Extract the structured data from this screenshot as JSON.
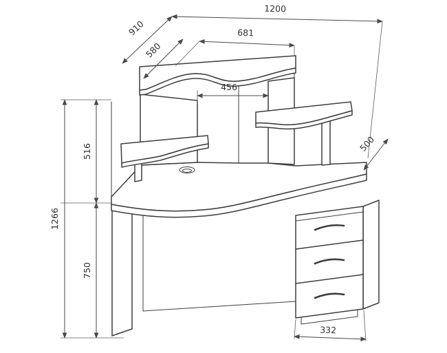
{
  "drawing": {
    "kind": "furniture dimensional line drawing",
    "subject": "corner computer desk with hutch shelves and three-drawer pedestal"
  },
  "dims": {
    "overall_width": "1200",
    "wall_depth": "910",
    "hutch_top_depth": "580",
    "top_shelf_width": "681",
    "niche_width": "456",
    "hutch_height": "516",
    "overall_height": "1266",
    "worktop_height": "750",
    "desk_depth": "500",
    "pedestal_width": "332"
  },
  "colors": {
    "background": "#ffffff",
    "object_line": "#3d3d3d",
    "dimension_line": "#4a4a4a",
    "label_text": "#2f2f2f"
  }
}
